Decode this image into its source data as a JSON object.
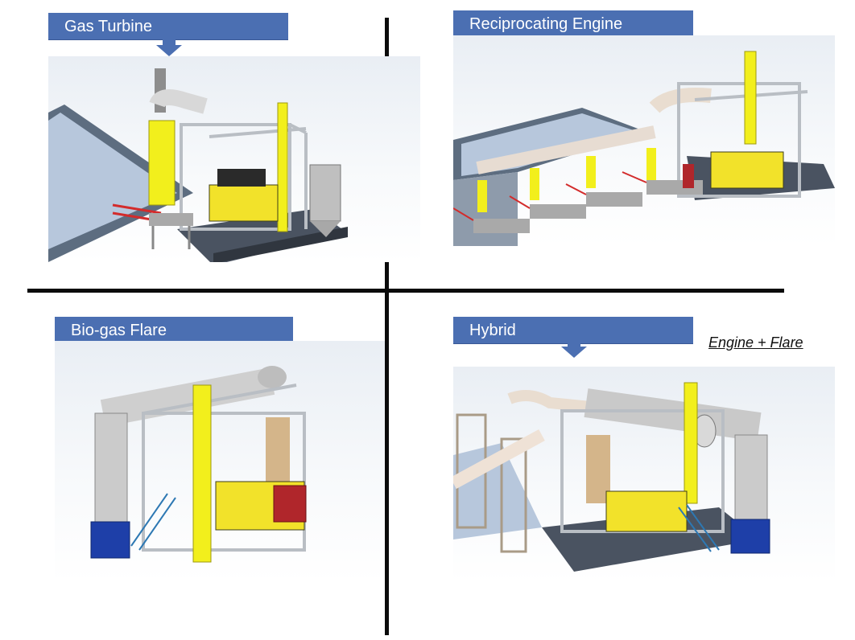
{
  "quadrants": {
    "top_left": {
      "title": "Gas Turbine"
    },
    "top_right": {
      "title": "Reciprocating Engine"
    },
    "bottom_left": {
      "title": "Bio-gas Flare"
    },
    "bottom_right": {
      "title": "Hybrid",
      "note": "Engine + Flare"
    }
  },
  "colors": {
    "label_fill": "#4b6fb2",
    "label_text": "#ffffff",
    "exhaust_yellow": "#f2ef1c",
    "duct_grey": "#c9c9c9",
    "frame_grey": "#b9bec4",
    "base_dark": "#4a5361",
    "generator_red": "#b0262b",
    "flare_blue": "#1e3fa8",
    "divider": "#0b0b0b"
  }
}
